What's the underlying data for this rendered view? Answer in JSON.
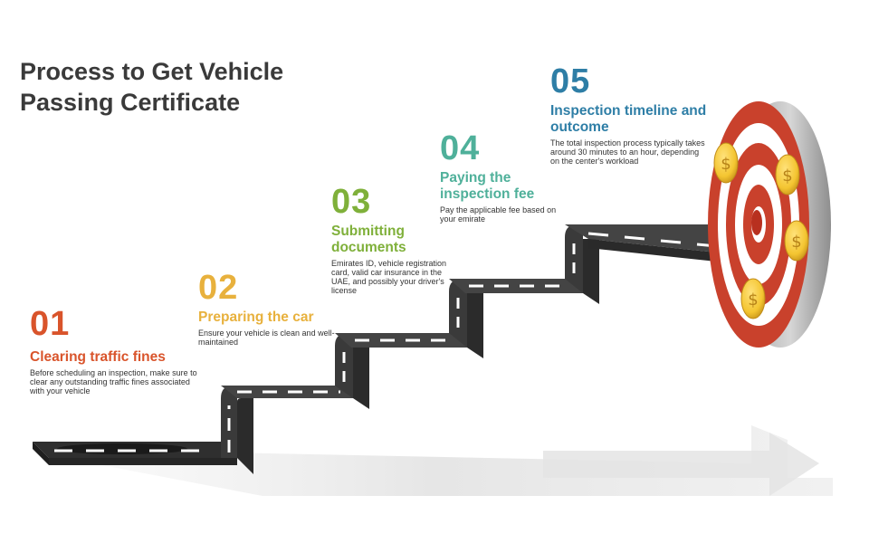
{
  "title": "Process to Get Vehicle Passing Certificate",
  "colors": {
    "step1": "#d9542b",
    "step2": "#e8b13d",
    "step3": "#7fb03a",
    "step4": "#4fb09a",
    "step5": "#2e7ea6",
    "road": "#3d3d3d",
    "target_red": "#c9412c",
    "coin": "#f4c531"
  },
  "icons": [
    "road-staircase-icon",
    "target-icon",
    "dollar-coin-icon"
  ],
  "coin_symbol": "$",
  "steps": [
    {
      "number": "01",
      "title": "Clearing traffic fines",
      "description": "Before scheduling an inspection, make sure to clear any outstanding traffic fines associated with your vehicle"
    },
    {
      "number": "02",
      "title": "Preparing the car",
      "description": "Ensure your vehicle is clean and well-maintained"
    },
    {
      "number": "03",
      "title": "Submitting documents",
      "description": "Emirates ID, vehicle registration card, valid car insurance in the UAE, and possibly your driver's license"
    },
    {
      "number": "04",
      "title": "Paying the inspection fee",
      "description": "Pay the applicable fee based on your emirate"
    },
    {
      "number": "05",
      "title": "Inspection timeline and outcome",
      "description": "The total inspection process typically takes around 30 minutes to an hour, depending on the center's workload"
    }
  ]
}
